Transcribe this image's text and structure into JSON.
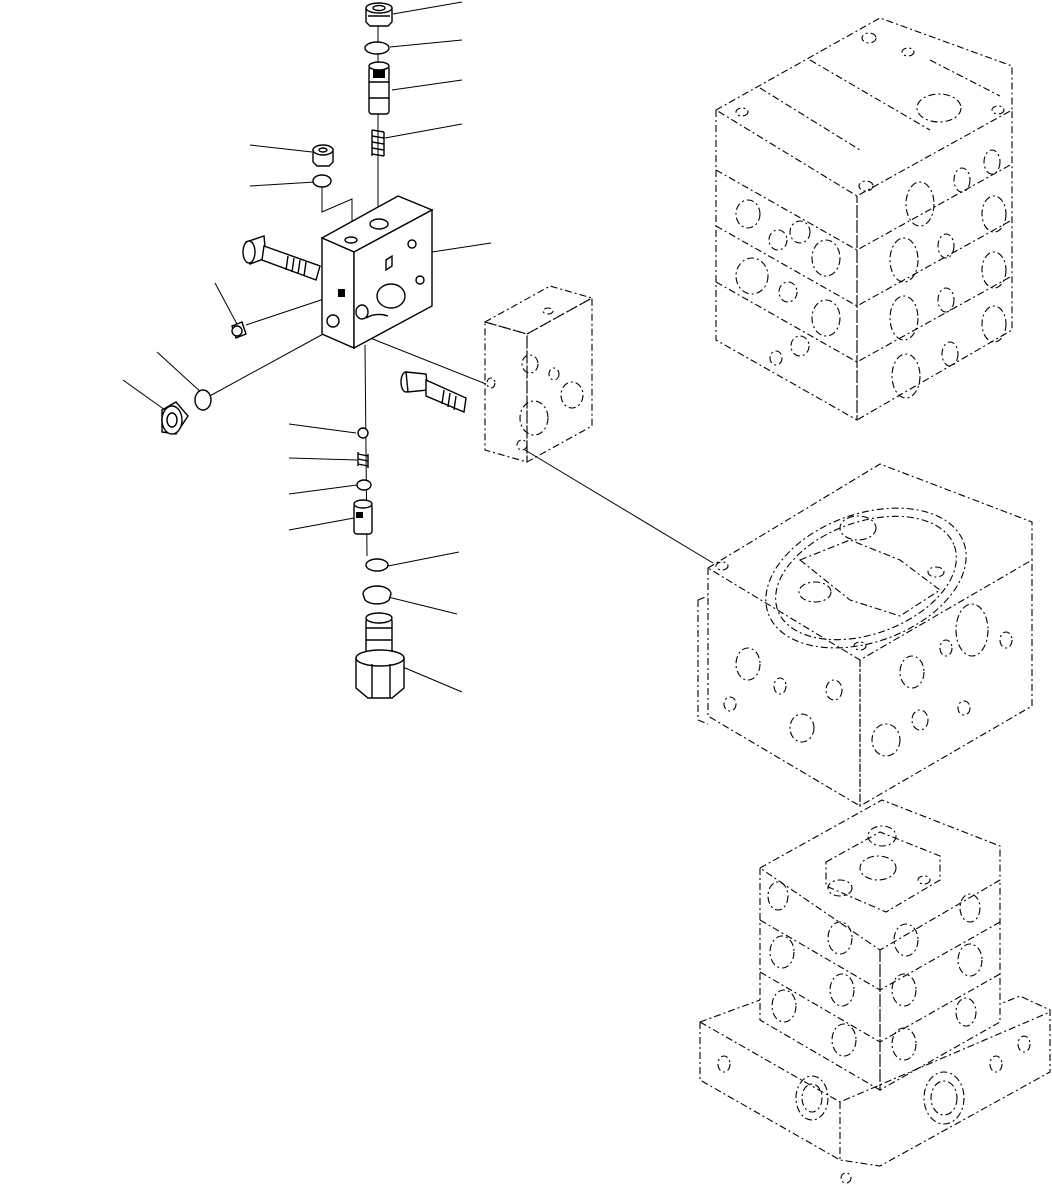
{
  "diagram": {
    "type": "exploded-parts-view",
    "parts": [
      {
        "id": "plug-top",
        "icon": "plug-icon"
      },
      {
        "id": "o-ring-top",
        "icon": "o-ring-icon"
      },
      {
        "id": "spool-top",
        "icon": "spool-icon"
      },
      {
        "id": "spring-top",
        "icon": "spring-icon"
      },
      {
        "id": "plug-small",
        "icon": "plug-icon"
      },
      {
        "id": "o-ring-small",
        "icon": "o-ring-icon"
      },
      {
        "id": "valve-block",
        "icon": "valve-block-icon"
      },
      {
        "id": "bolt-upper",
        "icon": "bolt-icon"
      },
      {
        "id": "set-screw",
        "icon": "screw-icon"
      },
      {
        "id": "o-ring-side",
        "icon": "o-ring-icon"
      },
      {
        "id": "plug-side",
        "icon": "plug-icon"
      },
      {
        "id": "ball",
        "icon": "ball-icon"
      },
      {
        "id": "spring-lower",
        "icon": "spring-icon"
      },
      {
        "id": "o-ring-lower",
        "icon": "o-ring-icon"
      },
      {
        "id": "poppet",
        "icon": "poppet-icon"
      },
      {
        "id": "o-ring-bottom",
        "icon": "o-ring-icon"
      },
      {
        "id": "backup-ring",
        "icon": "backup-ring-icon"
      },
      {
        "id": "relief-valve",
        "icon": "relief-valve-icon"
      },
      {
        "id": "spacer-block",
        "icon": "spacer-block-icon"
      },
      {
        "id": "bolt-lower",
        "icon": "bolt-icon"
      }
    ],
    "reference_views": [
      {
        "id": "control-valve-top-view",
        "icon": "control-valve-icon"
      },
      {
        "id": "control-valve-middle-view",
        "icon": "control-valve-icon"
      },
      {
        "id": "control-valve-bottom-view",
        "icon": "control-valve-icon"
      }
    ]
  }
}
